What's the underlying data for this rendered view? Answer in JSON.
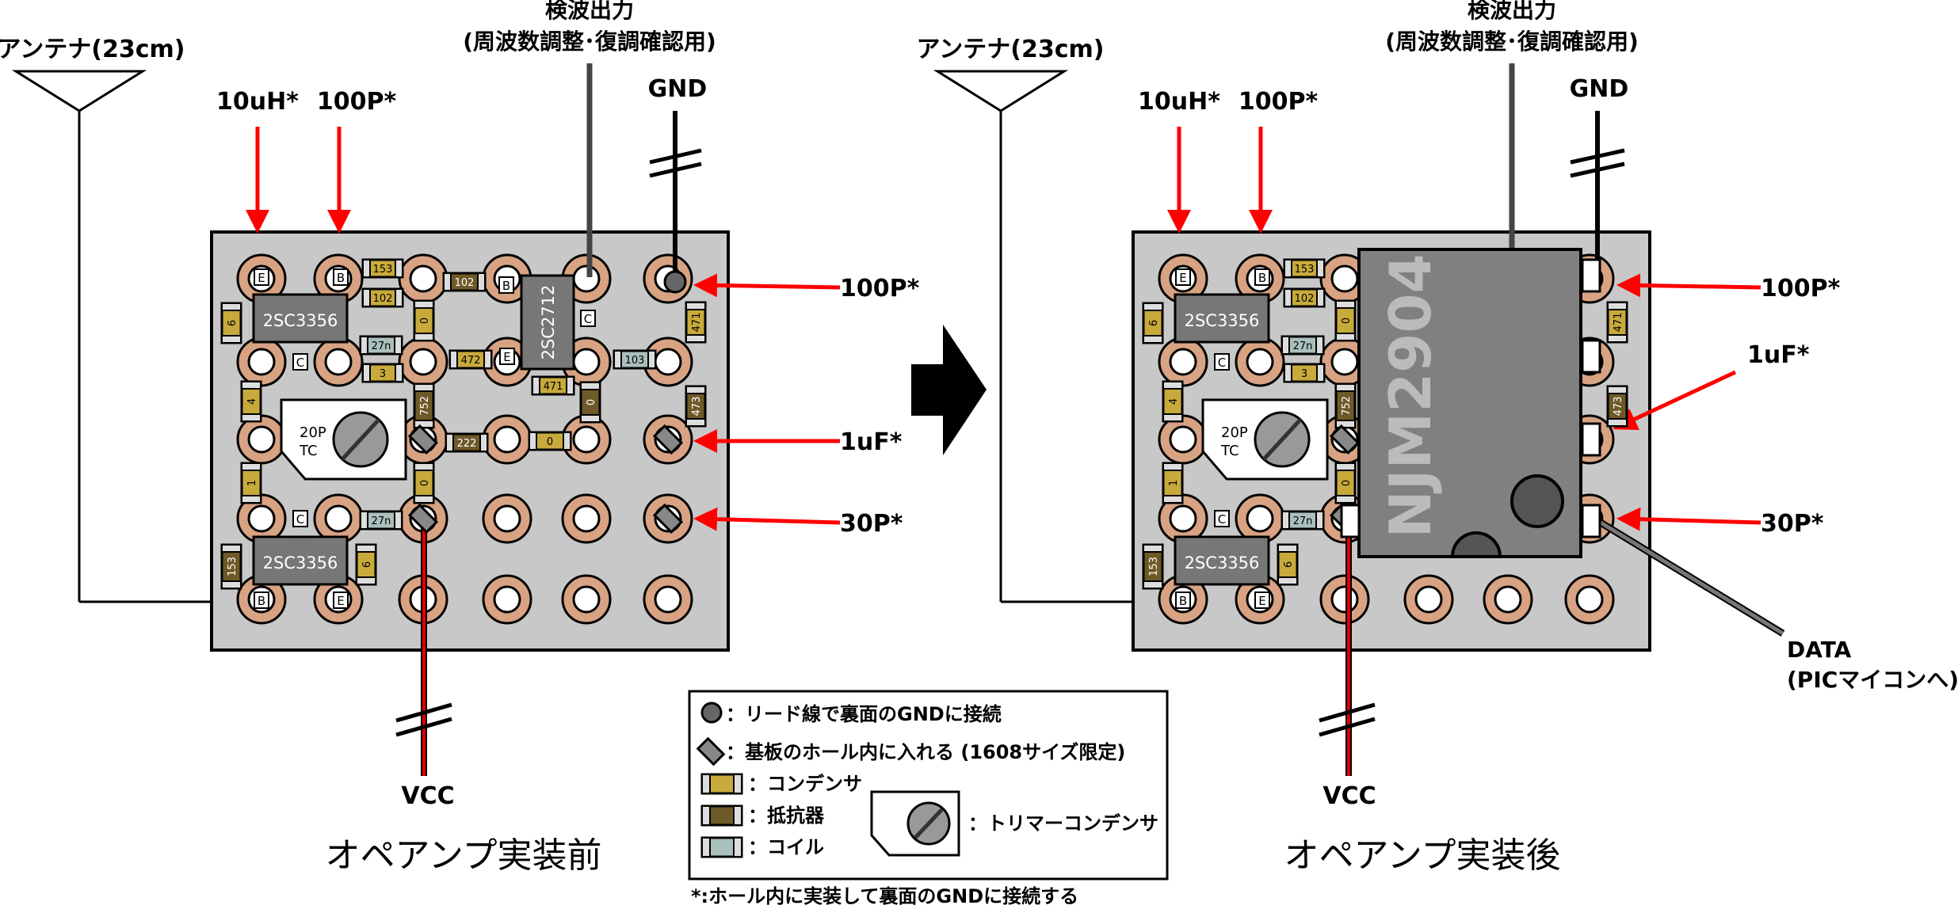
{
  "colors": {
    "board": "#c8c8c8",
    "pad": "#d8a383",
    "arrow": "#ff0000",
    "ic_body": "#777777",
    "capacitor": "#c8aa3c",
    "resistor": "#6e5a28",
    "coil": "#aac0bc"
  },
  "left": {
    "caption": "オペアンプ実装前",
    "antenna": "アンテナ(23cm)",
    "detect_title": "検波出力",
    "detect_sub": "(周波数調整･復調確認用)",
    "gnd": "GND",
    "vcc": "VCC",
    "top_label_1": "10uH*",
    "top_label_2": "100P*",
    "right_label_1": "100P*",
    "right_label_2": "1uF*",
    "right_label_3": "30P*",
    "ic_top": "2SC3356",
    "ic_bottom": "2SC3356",
    "ic_mid": "2SC2712",
    "trimmer": "20P\nTC",
    "parts": {
      "c153": "153",
      "c102a": "102",
      "c102b": "102",
      "c6a": "6",
      "c0a": "0",
      "l27a": "27n",
      "c3": "3",
      "r472": "472",
      "c103": "103",
      "r471a": "471",
      "r471b": "471",
      "c4": "4",
      "r752": "752",
      "r222": "222",
      "c0b": "0",
      "c0c": "0",
      "r473": "473",
      "c1": "1",
      "c0d": "0",
      "l27b": "27n",
      "r153b": "153",
      "c6b": "6"
    },
    "pins": {
      "e1": "E",
      "b1": "B",
      "c1": "C",
      "b2": "B",
      "c2": "C",
      "e2": "E",
      "c3": "C",
      "b3": "B",
      "e3": "E"
    }
  },
  "right": {
    "caption": "オペアンプ実装後",
    "antenna": "アンテナ(23cm)",
    "detect_title": "検波出力",
    "detect_sub": "(周波数調整･復調確認用)",
    "gnd": "GND",
    "vcc": "VCC",
    "top_label_1": "10uH*",
    "top_label_2": "100P*",
    "right_label_1": "100P*",
    "right_label_2": "1uF*",
    "right_label_3": "30P*",
    "data_title": "DATA",
    "data_sub": "(PICマイコンへ)",
    "ic_top": "2SC3356",
    "ic_bottom": "2SC3356",
    "opamp": "NJM2904",
    "trimmer": "20P\nTC"
  },
  "legend": {
    "item1": "：リード線で裏面のGNDに接続",
    "item2": "：基板のホール内に入れる (1608サイズ限定)",
    "item3": "：コンデンサ",
    "item4": "：抵抗器",
    "item5": "：コイル",
    "item6": "：トリマーコンデンサ",
    "footnote": "*:ホール内に実装して裏面のGNDに接続する"
  }
}
